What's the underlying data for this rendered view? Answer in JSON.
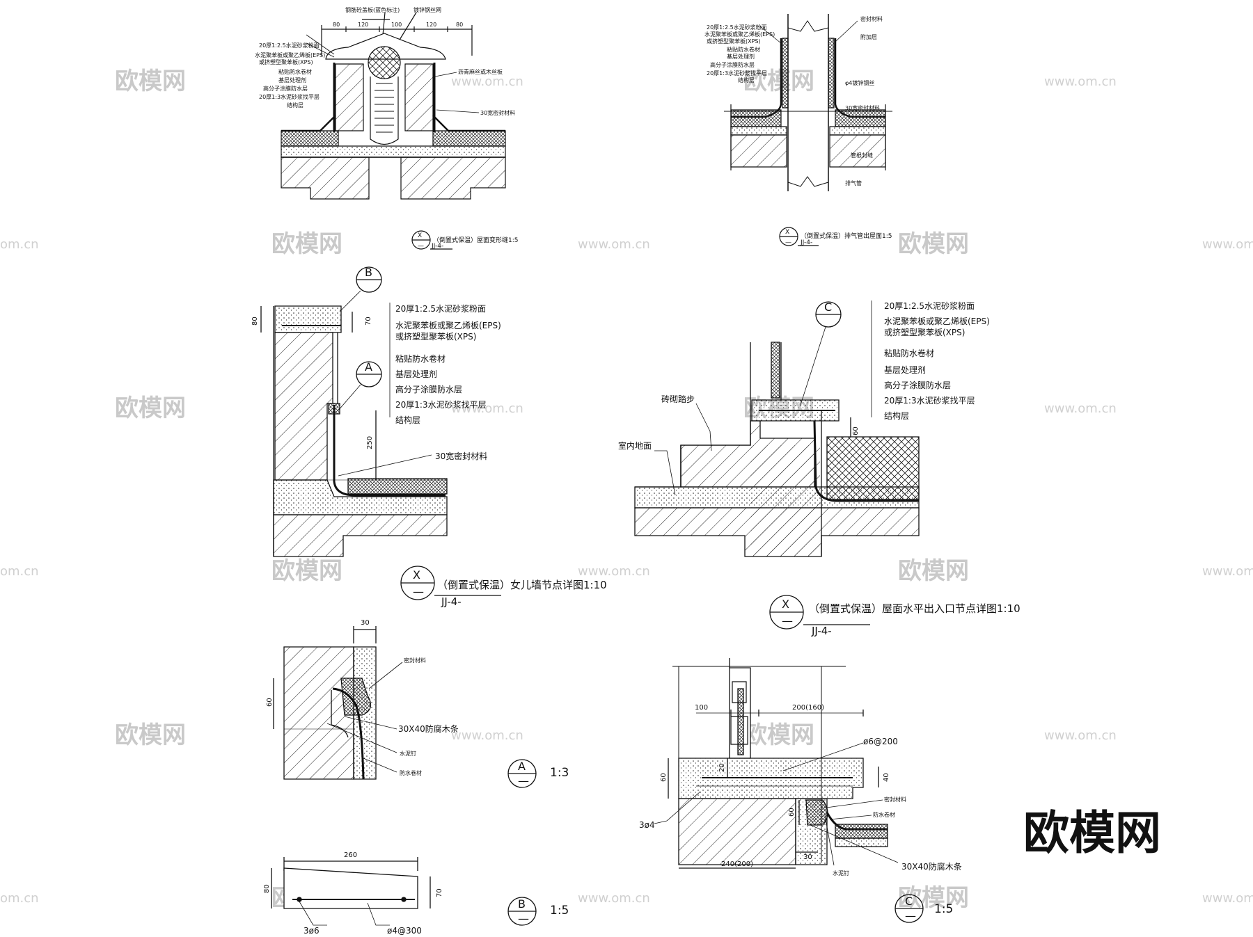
{
  "watermark": {
    "brand": "欧模网",
    "url": "www.om.cn",
    "url_partial": "om.cn",
    "corner_logo": "欧模网"
  },
  "detail_top_left": {
    "leaders": [
      "20厚1:2.5水泥砂浆粉面",
      "水泥聚苯板或聚乙烯板(EPS)",
      "或挤塑型聚苯板(XPS)",
      "粘贴防水卷材",
      "基层处理剂",
      "高分子涂膜防水层",
      "20厚1:3水泥砂浆找平层",
      "结构层"
    ],
    "top_notes": [
      "钢筋砼盖板(蓝色标注)",
      "镀锌钢丝网"
    ],
    "right_notes": [
      "沥青麻丝或木丝板",
      "30宽密封材料"
    ],
    "dims": [
      "80",
      "120",
      "100",
      "120",
      "80"
    ],
    "symbol": {
      "top": "X",
      "bottom": "—",
      "sheet": "JJ-4-"
    },
    "title": "（倒置式保温）屋面变形缝1:5"
  },
  "detail_top_right": {
    "leaders": [
      "20厚1:2.5水泥砂浆粉面",
      "水泥聚苯板或聚乙烯板(EPS)",
      "或挤塑型聚苯板(XPS)",
      "粘贴防水卷材",
      "基层处理剂",
      "高分子涂膜防水层",
      "20厚1:3水泥砂浆找平层",
      "结构层"
    ],
    "right_notes": [
      "密封材料",
      "附加层",
      "φ4镀锌钢丝",
      "30宽密封材料",
      "管根封缝",
      "排气管"
    ],
    "symbol": {
      "top": "X",
      "bottom": "—",
      "sheet": "JJ-4-"
    },
    "title": "（倒置式保温）排气管出屋面1:5"
  },
  "detail_parapet": {
    "leaders": [
      "20厚1:2.5水泥砂浆粉面",
      "水泥聚苯板或聚乙烯板(EPS)",
      "或挤塑型聚苯板(XPS)",
      "粘贴防水卷材",
      "基层处理剂",
      "高分子涂膜防水层",
      "20厚1:3水泥砂浆找平层",
      "结构层"
    ],
    "sealant": "30宽密封材料",
    "callout_b": "B",
    "callout_a": "A",
    "dims": [
      "80",
      "70",
      "250"
    ],
    "symbol": {
      "top": "X",
      "bottom": "—",
      "sheet": "JJ-4-"
    },
    "title": "（倒置式保温）女儿墙节点详图1:10"
  },
  "detail_entrance": {
    "leaders": [
      "20厚1:2.5水泥砂浆粉面",
      "水泥聚苯板或聚乙烯板(EPS)",
      "或挤塑型聚苯板(XPS)",
      "粘贴防水卷材",
      "基层处理剂",
      "高分子涂膜防水层",
      "20厚1:3水泥砂浆找平层",
      "结构层"
    ],
    "left_notes": [
      "砖砌踏步",
      "室内地面"
    ],
    "callout_c": "C",
    "dim": "60",
    "symbol": {
      "top": "X",
      "bottom": "—",
      "sheet": "JJ-4-"
    },
    "title": "（倒置式保温）屋面水平出入口节点详图1:10"
  },
  "detail_a": {
    "dim_top": "30",
    "dim_side": "60",
    "notes": [
      "密封材料",
      "30X40防腐木条",
      "水泥钉",
      "防水卷材"
    ],
    "symbol": {
      "top": "A",
      "bottom": "—"
    },
    "scale": "1:3"
  },
  "detail_b": {
    "dim_top": "260",
    "dim_left": "80",
    "dim_right": "70",
    "notes": [
      "3ø6",
      "ø4@300"
    ],
    "symbol": {
      "top": "B",
      "bottom": "—"
    },
    "scale": "1:5"
  },
  "detail_c": {
    "dims": [
      "100",
      "200(160)",
      "20",
      "60",
      "40",
      "60",
      "30",
      "240(200)"
    ],
    "notes": [
      "ø6@200",
      "密封材料",
      "防水卷材",
      "3ø4",
      "水泥钉",
      "30X40防腐木条"
    ],
    "symbol": {
      "top": "C",
      "bottom": "—"
    },
    "scale": "1:5"
  }
}
